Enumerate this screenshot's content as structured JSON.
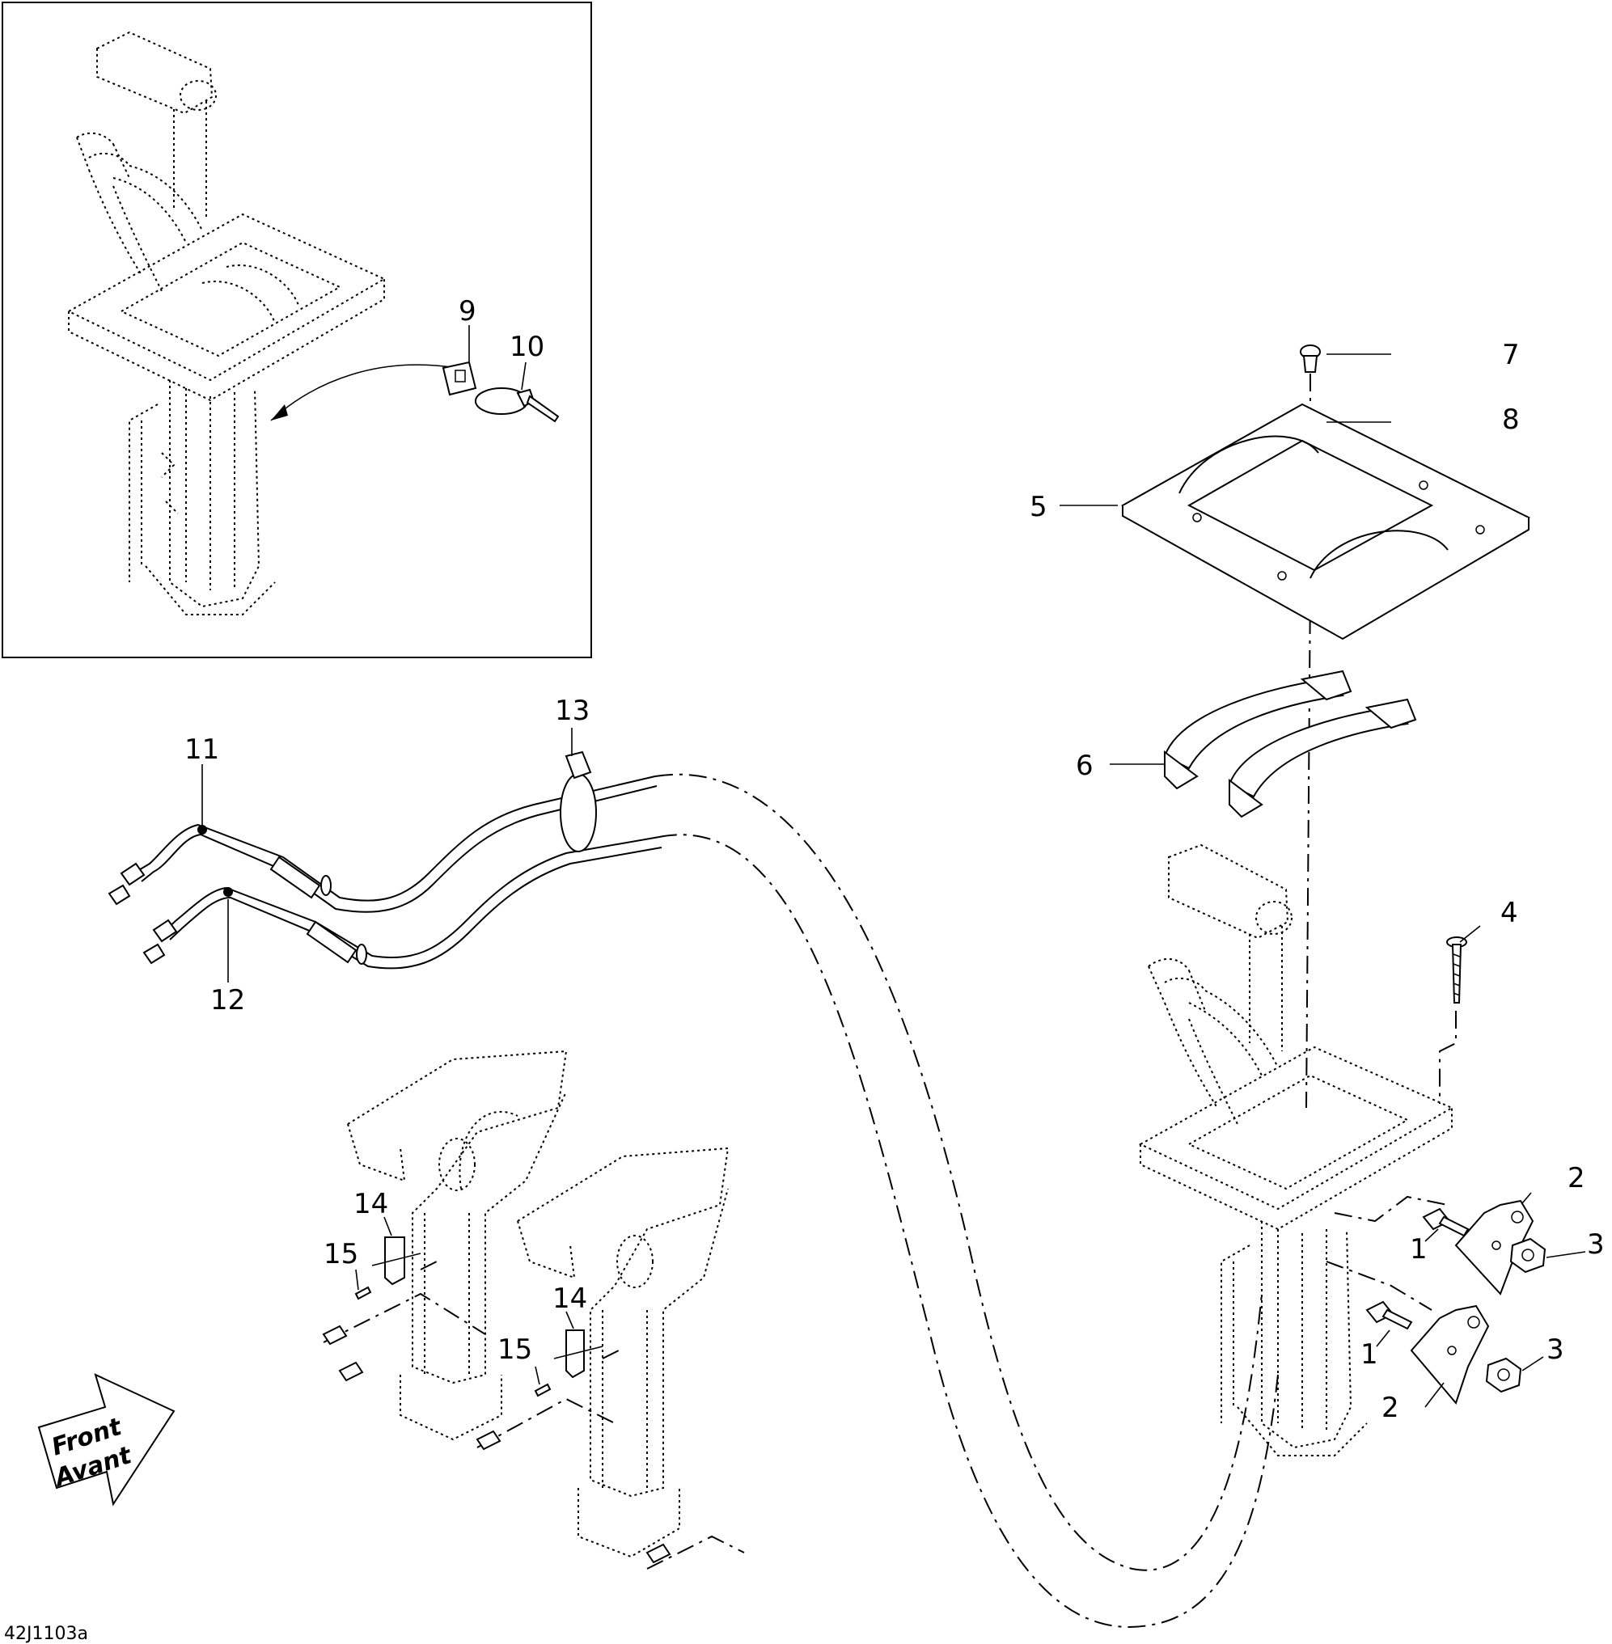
{
  "drawing_code": "42J1103a",
  "direction_arrow": {
    "line1": "Front",
    "line2": "Avant"
  },
  "callouts": {
    "c1a": "1",
    "c1b": "1",
    "c2a": "2",
    "c2b": "2",
    "c3a": "3",
    "c3b": "3",
    "c4": "4",
    "c5": "5",
    "c6": "6",
    "c7": "7",
    "c8": "8",
    "c9": "9",
    "c10": "10",
    "c11": "11",
    "c12": "12",
    "c13": "13",
    "c14a": "14",
    "c14b": "14",
    "c15a": "15",
    "c15b": "15"
  }
}
